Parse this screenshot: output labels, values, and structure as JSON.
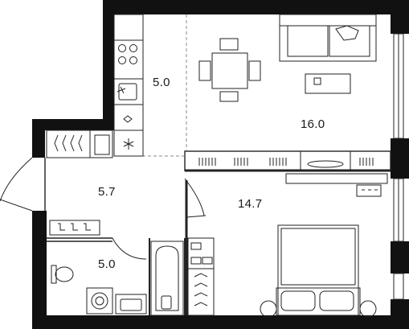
{
  "rooms": {
    "kitchen": {
      "area": "5.0"
    },
    "living": {
      "area": "16.0"
    },
    "hall": {
      "area": "5.7"
    },
    "bedroom": {
      "area": "14.7"
    },
    "bathroom": {
      "area": "5.0"
    }
  },
  "colors": {
    "wall": "#111111",
    "line": "#222222",
    "dashed": "#888888"
  }
}
